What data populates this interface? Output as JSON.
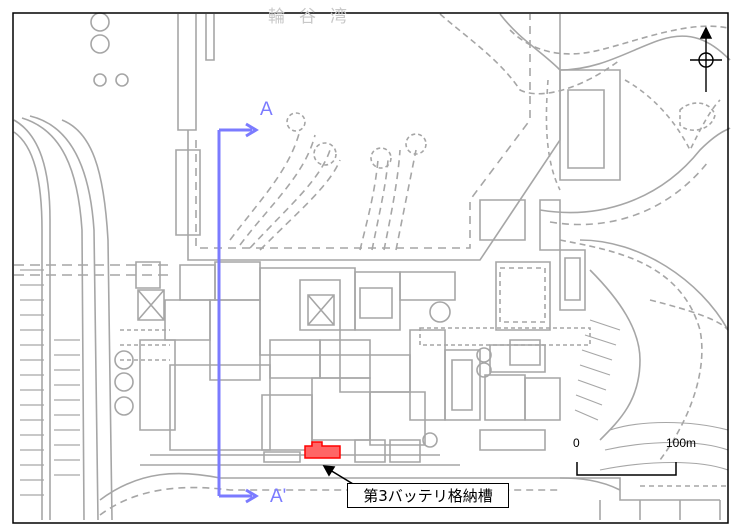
{
  "map": {
    "bay_name": "輪谷湾",
    "section_line": {
      "start_label": "A",
      "end_label": "A'",
      "color": "#7b7bff"
    },
    "scale_bar": {
      "start_label": "0",
      "end_label": "100m"
    },
    "north_arrow": {
      "icon": "north-arrow-icon"
    },
    "highlighted_facility": {
      "label": "第3バッテリ格納槽",
      "fill_color": "#ff6666",
      "stroke_color": "#ff0000"
    },
    "colors": {
      "linework": "#a6a6a6",
      "frame": "#000000"
    }
  }
}
